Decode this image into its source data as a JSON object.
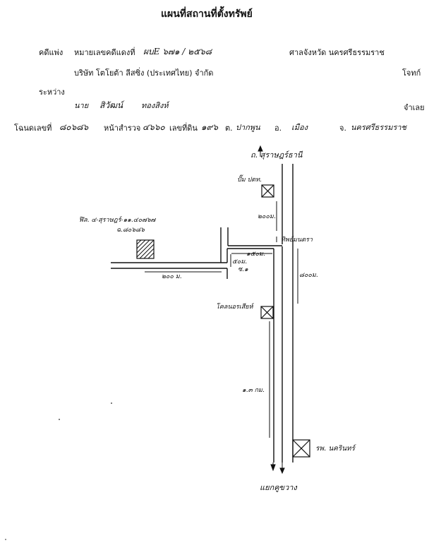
{
  "header": {
    "title": "แผนที่สถานที่ตั้งทรัพย์",
    "case_label": "คดีแพ่ง",
    "red_case_label": "หมายเลขคดีแดงที่",
    "red_case_number": "ผบE ๖๗๑ / ๒๕๖๘",
    "court": "ศาลจังหวัด นครศรีธรรมราช",
    "plaintiff": "บริษัท โตโยต้า ลีสซิ่ง (ประเทศไทย) จำกัด",
    "plaintiff_role": "โจทก์",
    "between_label": "ระหว่าง",
    "defendant_prefix": "นาย",
    "defendant_name": "สิวัฒน์",
    "defendant_surname": "ทองสิงห์",
    "defendant_role": "จำเลย",
    "deed_label": "โฉนดเลขที่",
    "deed_number": "๘๐๖๘๖",
    "survey_label": "หน้าสำรวจ",
    "survey_number": "๔๖๖๐",
    "land_label": "เลขที่ดิน",
    "land_number": "๑๙๖",
    "subdistrict_label": "ต.",
    "subdistrict": "ปากพูน",
    "district_label": "อ.",
    "district": "เมือง",
    "province_label": "จ.",
    "province": "นครศรีธรรมราช"
  },
  "map": {
    "north_label": "ถ. สุราษฎร์ธานี",
    "south_label": "แยกคูขวาง",
    "gas_station": "ปั๊ม ปตท.",
    "tippana": "ทิพย์มนตรา",
    "tesco": "โคลนอรเสียห์",
    "hospital": "รพ. นครินทร์",
    "property_note": "ฬิล. ๔-สุราษฎร์-๑๑.๔๐๗๖๗",
    "property_deed": "ฉ.๘๐๖๘๖",
    "dist_200_top": "๒๐๐ม.",
    "dist_150": "๑๕๐ม.",
    "dist_50": "๕๐ม.",
    "dist_800": "๘๐๐ม.",
    "dist_200_bottom": "๒๐๐ ม.",
    "dist_13km": "๑.๓ กม.",
    "small_mark": "ซ.๑"
  }
}
